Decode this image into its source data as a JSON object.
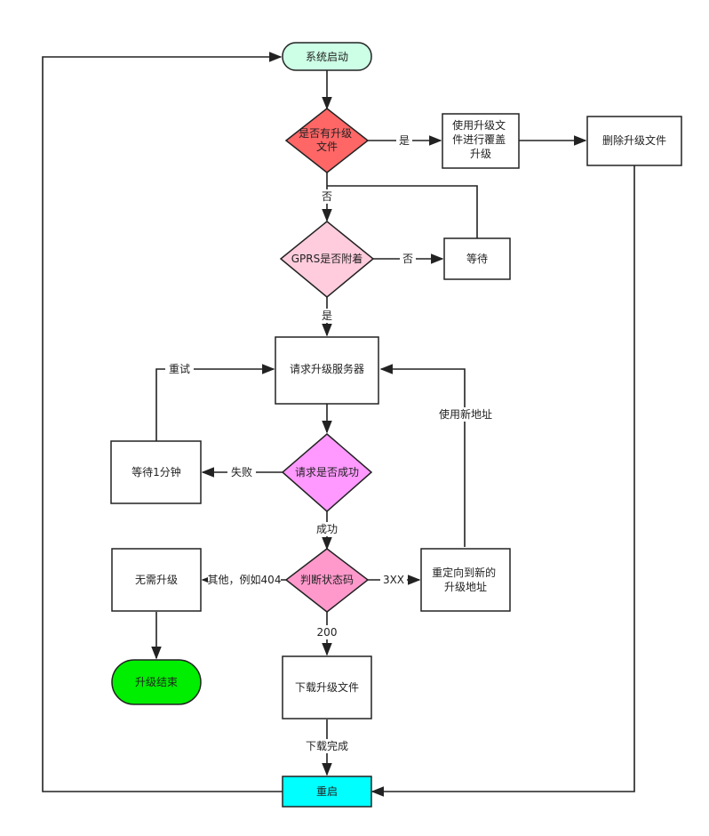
{
  "nodes": {
    "start": {
      "label": "系统启动",
      "color": "#ccffe6"
    },
    "has_upgrade": {
      "label": [
        "是否有升级",
        "文件"
      ],
      "color": "#ff6666"
    },
    "overwrite": {
      "label": [
        "使用升级文",
        "件进行覆盖",
        "升级"
      ],
      "color": "#ffffff"
    },
    "delete_file": {
      "label": "删除升级文件",
      "color": "#ffffff"
    },
    "gprs": {
      "label": "GPRS是否附着",
      "color": "#ffccdd"
    },
    "wait": {
      "label": "等待",
      "color": "#ffffff"
    },
    "request": {
      "label": "请求升级服务器",
      "color": "#ffffff"
    },
    "wait_1min": {
      "label": "等待1分钟",
      "color": "#ffffff"
    },
    "req_ok": {
      "label": "请求是否成功",
      "color": "#ff99ff"
    },
    "status": {
      "label": "判断状态码",
      "color": "#ff99cc"
    },
    "no_upgrade": {
      "label": "无需升级",
      "color": "#ffffff"
    },
    "redirect": {
      "label": [
        "重定向到新的",
        "升级地址"
      ],
      "color": "#ffffff"
    },
    "end": {
      "label": "升级结束",
      "color": "#00ee00"
    },
    "download": {
      "label": "下载升级文件",
      "color": "#ffffff"
    },
    "reboot": {
      "label": "重启",
      "color": "#00ffff"
    }
  },
  "edges": {
    "yes1": "是",
    "no1": "否",
    "no2": "否",
    "yes2": "是",
    "retry": "重试",
    "fail": "失败",
    "use_new_addr": "使用新地址",
    "success": "成功",
    "other404": "其他，例如404",
    "code3xx": "3XX",
    "code200": "200",
    "download_done": "下载完成"
  }
}
